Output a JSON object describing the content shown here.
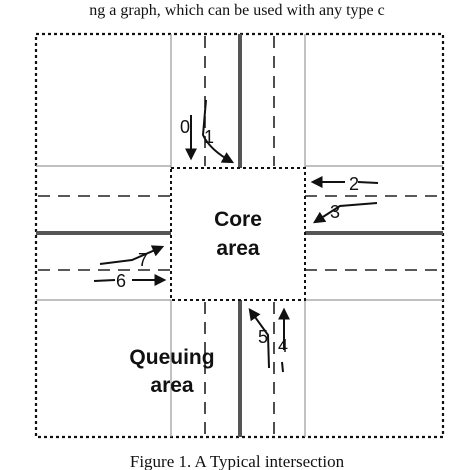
{
  "header_text": "ng a graph, which can be used with any type c",
  "caption": "Figure 1. A Typical intersection",
  "core_label": [
    "Core",
    "area"
  ],
  "queuing_label": [
    "Queuing",
    "area"
  ],
  "lane_numbers": [
    "0",
    "1",
    "2",
    "3",
    "4",
    "5",
    "6",
    "7"
  ],
  "colors": {
    "line": "#111111",
    "road_edge": "#9a9a9a",
    "thick": "#555555"
  }
}
